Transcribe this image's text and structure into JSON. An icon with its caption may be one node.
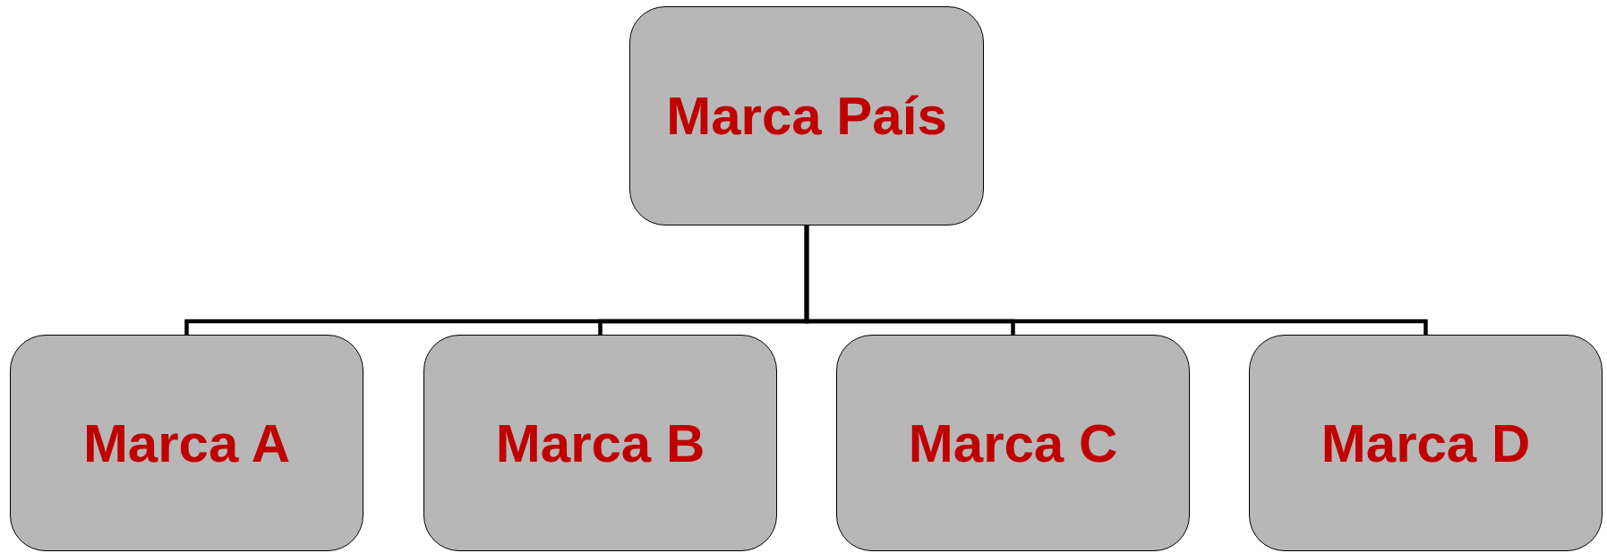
{
  "diagram": {
    "nodes": [
      {
        "text": [
          "Marca País"
        ]
      },
      {
        "text": [
          "Marca A"
        ]
      },
      {
        "text": [
          "Marca B"
        ]
      },
      {
        "text": [
          "Marca C"
        ]
      },
      {
        "text": [
          "Marca D"
        ]
      }
    ],
    "edges": [
      {
        "from": 0,
        "to": 1,
        "arrow": "none"
      },
      {
        "from": 0,
        "to": 2,
        "arrow": "none"
      },
      {
        "from": 0,
        "to": 3,
        "arrow": "none"
      },
      {
        "from": 0,
        "to": 4,
        "arrow": "none"
      }
    ]
  }
}
